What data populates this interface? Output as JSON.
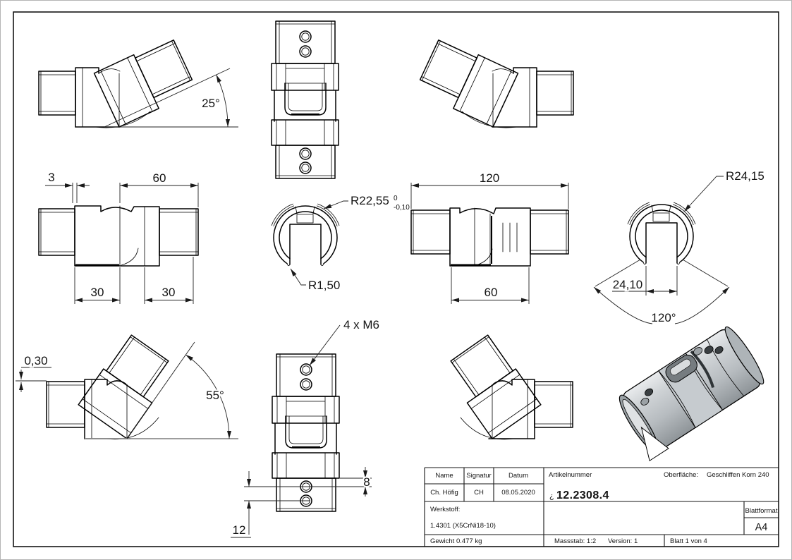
{
  "titleblock": {
    "name_label": "Name",
    "name_value": "Ch. Höfig",
    "signatur_label": "Signatur",
    "signatur_value": "CH",
    "datum_label": "Datum",
    "datum_value": "08.05.2020",
    "artikelnummer_label": "Artikelnummer",
    "artikelnummer_prefix": "¿",
    "artikelnummer_value": "12.2308.4",
    "oberflaeche_label": "Oberfläche:",
    "oberflaeche_value": "Geschliffen Korn 240",
    "werkstoff_label": "Werkstoff:",
    "werkstoff_value": "1.4301 (X5CrNi18-10)",
    "blattformat_label": "Blattformat",
    "blattformat_value": "A4",
    "gewicht": "Gewicht 0.477 kg",
    "massstab": "Massstab: 1:2",
    "version": "Version: 1",
    "blatt": "Blatt 1 von 4"
  },
  "dimensions": {
    "angle25": "25°",
    "d3": "3",
    "d60": "60",
    "d30a": "30",
    "d30b": "30",
    "r2255": "R22,55",
    "r2255_tol_upper": "0",
    "r2255_tol_lower": "-0,10",
    "r150": "R1,50",
    "d120": "120",
    "d60b": "60",
    "r2415": "R24,15",
    "d2410": "24,10",
    "a120": "120°",
    "d030": "0,30",
    "a55": "55°",
    "thread": "4 x M6",
    "d8": "8",
    "d12": "12"
  },
  "colors": {
    "metal_light": "#e8eaec",
    "metal_mid": "#c6cbcf",
    "metal_dark": "#8e9498",
    "line": "#000000"
  }
}
